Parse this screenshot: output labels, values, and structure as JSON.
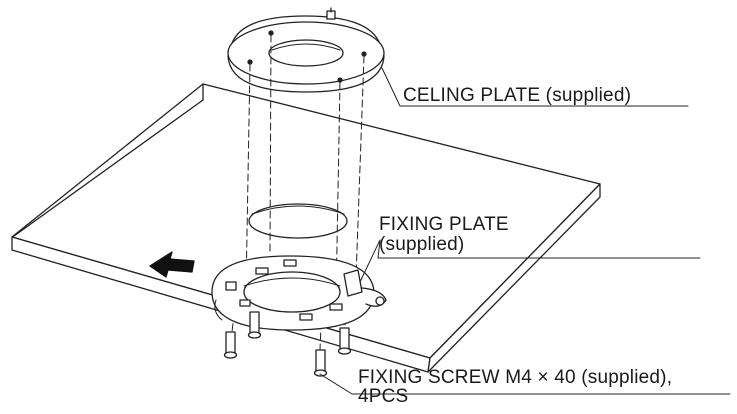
{
  "labels": {
    "ceiling_plate": "CELING PLATE (supplied)",
    "fixing_plate_line1": "FIXING PLATE",
    "fixing_plate_line2": "(supplied)",
    "fixing_screw_line1": "FIXING SCREW M4 × 40 (supplied),",
    "fixing_screw_line2": "4PCS"
  },
  "icons": {
    "direction": "arrow-left-icon"
  }
}
